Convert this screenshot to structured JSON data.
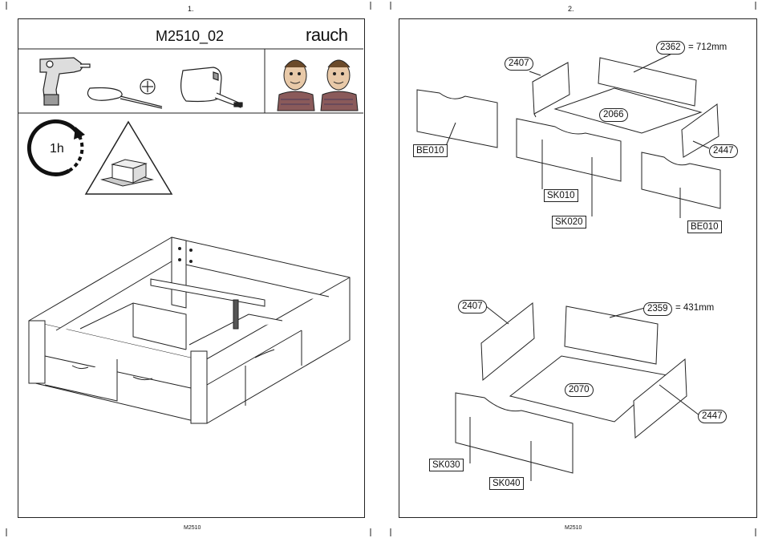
{
  "pages": [
    {
      "number": "1.",
      "footer": "M2510",
      "title": "M2510_02",
      "brand": "rauch",
      "time": "1h"
    },
    {
      "number": "2.",
      "footer": "M2510"
    }
  ],
  "drawer_large": {
    "parts": {
      "side_left": "2407",
      "back": "2362",
      "back_length": "= 712mm",
      "bottom": "2066",
      "side_right": "2447",
      "front_left": "BE010",
      "front_right": "BE010",
      "panel_a": "SK010",
      "panel_b": "SK020"
    }
  },
  "drawer_small": {
    "parts": {
      "side_left": "2407",
      "back": "2359",
      "back_length": "= 431mm",
      "bottom": "2070",
      "side_right": "2447",
      "front_a": "SK030",
      "front_b": "SK040"
    }
  },
  "icons": [
    "cordless-drill-icon",
    "screwdriver-icon",
    "phillips-head-icon",
    "tape-measure-icon",
    "assembler-person-icon",
    "clock-icon",
    "warning-triangle-icon",
    "package-icon"
  ]
}
